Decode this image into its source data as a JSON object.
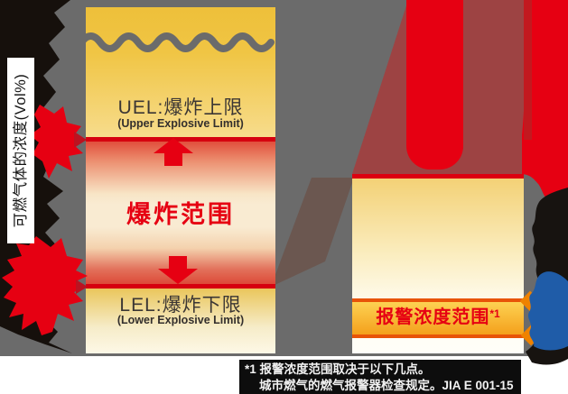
{
  "y_axis": {
    "label": "可燃气体的浓度(Vol%)"
  },
  "upper_limit": {
    "title": "UEL:爆炸上限",
    "subtitle": "(Upper Explosive Limit)"
  },
  "explosion_range": {
    "label": "爆炸范围"
  },
  "lower_limit": {
    "title": "LEL:爆炸下限",
    "subtitle": "(Lower Explosive Limit)"
  },
  "alarm": {
    "label": "报警浓度范围",
    "ref_mark": "*1"
  },
  "footnote": {
    "line1": "*1 报警浓度范围取决于以下几点。",
    "line2": "城市燃气的燃气报警器检查规定。JIA E 001-15"
  },
  "colors": {
    "accent_red": "#e60012",
    "limit_line_red": "#d6000f",
    "alarm_band_border_orange": "#e85408",
    "alarm_marker_orange": "#ef8200",
    "chart_gray": "#6b6b6b",
    "column_gold": "#eec03a",
    "blob_blue": "#1f5ca8"
  }
}
